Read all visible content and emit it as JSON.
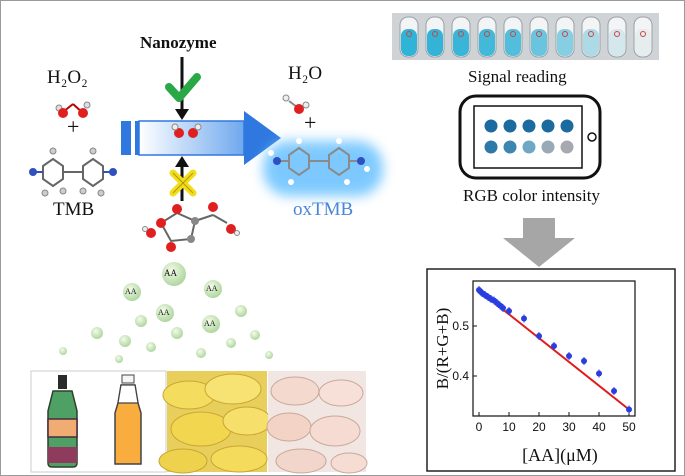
{
  "labels": {
    "h2o2": "H₂O₂",
    "tmb": "TMB",
    "nanozyme": "Nanozyme",
    "h2o": "H₂O",
    "oxtmb": "oxTMB",
    "plus": "+",
    "signal_reading": "Signal reading",
    "rgb_intensity": "RGB color intensity",
    "aa": "AA"
  },
  "colors": {
    "oxtmb_text": "#4a86d8",
    "arrow_blue": "#2f78e0",
    "tube_blue": "#2fb3d6",
    "check_green": "#2aa845",
    "cross_yellow": "#f2dc1e",
    "fit_line": "#e11b1b",
    "points": "#2a3ee0",
    "down_arrow_gray": "#a6a6a6"
  },
  "tube_intensities": [
    1.0,
    0.98,
    0.95,
    0.9,
    0.82,
    0.7,
    0.55,
    0.35,
    0.15,
    0.05
  ],
  "phone_dots": [
    [
      "#1b6aa0",
      "#1b6aa0",
      "#1b6aa0",
      "#1b6aa0",
      "#1b6aa0"
    ],
    [
      "#2c78a8",
      "#3d86b0",
      "#6ea8c4",
      "#9aa9b6",
      "#a8a8b0"
    ]
  ],
  "chart_data": {
    "type": "scatter",
    "xlabel": "[AA](μM)",
    "ylabel": "B/(R+G+B)",
    "xlim": [
      -2,
      52
    ],
    "ylim": [
      0.32,
      0.59
    ],
    "xticks": [
      0,
      10,
      20,
      30,
      40,
      50
    ],
    "yticks": [
      0.4,
      0.5
    ],
    "x": [
      0,
      0.5,
      1,
      2,
      3,
      4,
      5,
      6,
      7,
      8,
      10,
      15,
      20,
      25,
      30,
      35,
      40,
      45,
      50
    ],
    "y": [
      0.572,
      0.569,
      0.566,
      0.562,
      0.558,
      0.554,
      0.551,
      0.546,
      0.541,
      0.536,
      0.53,
      0.515,
      0.48,
      0.46,
      0.44,
      0.43,
      0.405,
      0.37,
      0.333
    ],
    "fit": {
      "x": [
        0,
        50
      ],
      "y": [
        0.571,
        0.333
      ]
    },
    "series": [
      {
        "name": "",
        "color": "#2a3ee0"
      },
      {
        "name": "",
        "color": "#e11b1b"
      }
    ]
  }
}
